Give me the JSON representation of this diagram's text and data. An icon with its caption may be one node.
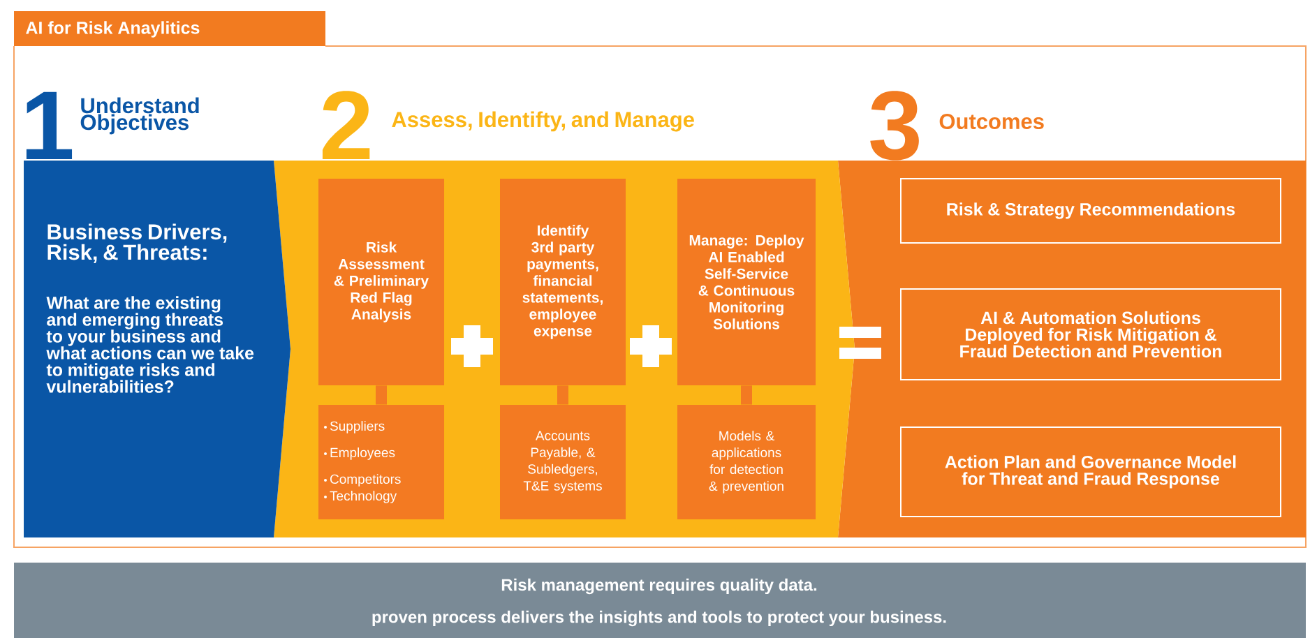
{
  "diagram": {
    "title": "AI for Risk Anaylitics",
    "nodes": [
      {
        "text": [
          "1",
          "Understand Objectives",
          "Business Drivers, Risk, & Threats:",
          "What are the existing and emerging threats to your business and what actions can we take to mitigate risks and vulnerabilities?"
        ]
      },
      {
        "text": [
          "2",
          "Assess, Identifty, and Manage"
        ]
      },
      {
        "text": [
          "Risk Assessment & Preliminary Red Flag Analysis"
        ],
        "in": 1
      },
      {
        "text": [
          "Suppliers",
          "Employees",
          "Competitors",
          "Technology"
        ],
        "in": 1
      },
      {
        "text": [
          "Identify 3rd party payments, financial statements, employee expense"
        ],
        "in": 1
      },
      {
        "text": [
          "Accounts Payable, & Subledgers, T&E systems"
        ],
        "in": 1
      },
      {
        "text": [
          "Manage: Deploy AI Enabled Self-Service & Continuous Monitoring Solutions"
        ],
        "in": 1
      },
      {
        "text": [
          "Models & applications for detection & prevention"
        ],
        "in": 1
      },
      {
        "text": [
          "3",
          "Outcomes"
        ]
      },
      {
        "text": [
          "Risk & Strategy Recommendations"
        ],
        "in": 8
      },
      {
        "text": [
          "AI & Automation Solutions Deployed for Risk Mitigation & Fraud Detection and Prevention"
        ],
        "in": 8
      },
      {
        "text": [
          "Action Plan and Governance Model for Threat and Fraud Response"
        ],
        "in": 8
      }
    ],
    "edges": [
      {
        "from": 2,
        "to": 3,
        "arrow": "none"
      },
      {
        "from": 4,
        "to": 5,
        "arrow": "none"
      },
      {
        "from": 6,
        "to": 7,
        "arrow": "none"
      }
    ],
    "labels": [
      "Risk management requires quality data.",
      "proven process delivers the insights and tools to protect your business."
    ]
  }
}
